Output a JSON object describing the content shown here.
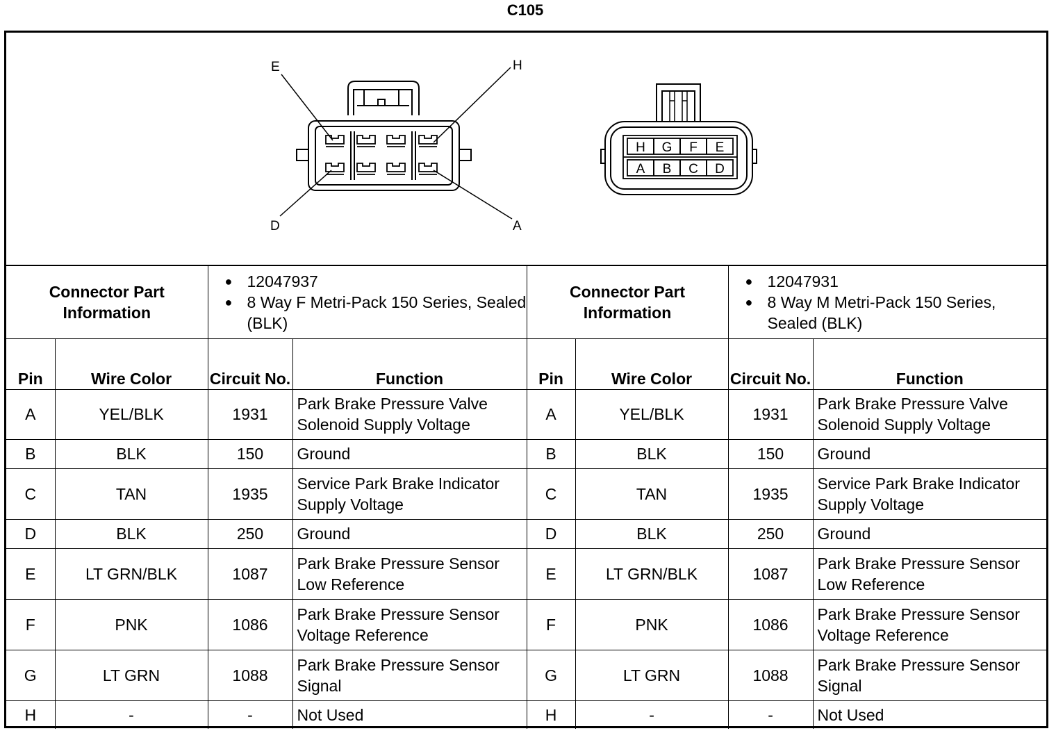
{
  "title": "C105",
  "diagrams": {
    "female_connector": {
      "callouts": [
        "E",
        "H",
        "D",
        "A"
      ]
    },
    "male_connector": {
      "top_row": [
        "H",
        "G",
        "F",
        "E"
      ],
      "bottom_row": [
        "A",
        "B",
        "C",
        "D"
      ]
    }
  },
  "connectors": [
    {
      "info_label": "Connector Part Information",
      "part_number": "12047937",
      "description": "8 Way F Metri-Pack 150 Series, Sealed (BLK)"
    },
    {
      "info_label": "Connector Part Information",
      "part_number": "12047931",
      "description": "8 Way M Metri-Pack 150 Series, Sealed (BLK)"
    }
  ],
  "headers": {
    "pin": "Pin",
    "wire_color": "Wire Color",
    "circuit_no": "Circuit No.",
    "function": "Function"
  },
  "rows": [
    {
      "pin": "A",
      "wire": "YEL/BLK",
      "circuit": "1931",
      "function": "Park Brake Pressure Valve Solenoid Supply Voltage"
    },
    {
      "pin": "B",
      "wire": "BLK",
      "circuit": "150",
      "function": "Ground"
    },
    {
      "pin": "C",
      "wire": "TAN",
      "circuit": "1935",
      "function": "Service Park Brake Indicator Supply Voltage"
    },
    {
      "pin": "D",
      "wire": "BLK",
      "circuit": "250",
      "function": "Ground"
    },
    {
      "pin": "E",
      "wire": "LT GRN/BLK",
      "circuit": "1087",
      "function": "Park Brake Pressure Sensor Low Reference"
    },
    {
      "pin": "F",
      "wire": "PNK",
      "circuit": "1086",
      "function": "Park Brake Pressure Sensor Voltage Reference"
    },
    {
      "pin": "G",
      "wire": "LT GRN",
      "circuit": "1088",
      "function": "Park Brake Pressure Sensor Signal"
    },
    {
      "pin": "H",
      "wire": "-",
      "circuit": "-",
      "function": "Not Used"
    }
  ]
}
